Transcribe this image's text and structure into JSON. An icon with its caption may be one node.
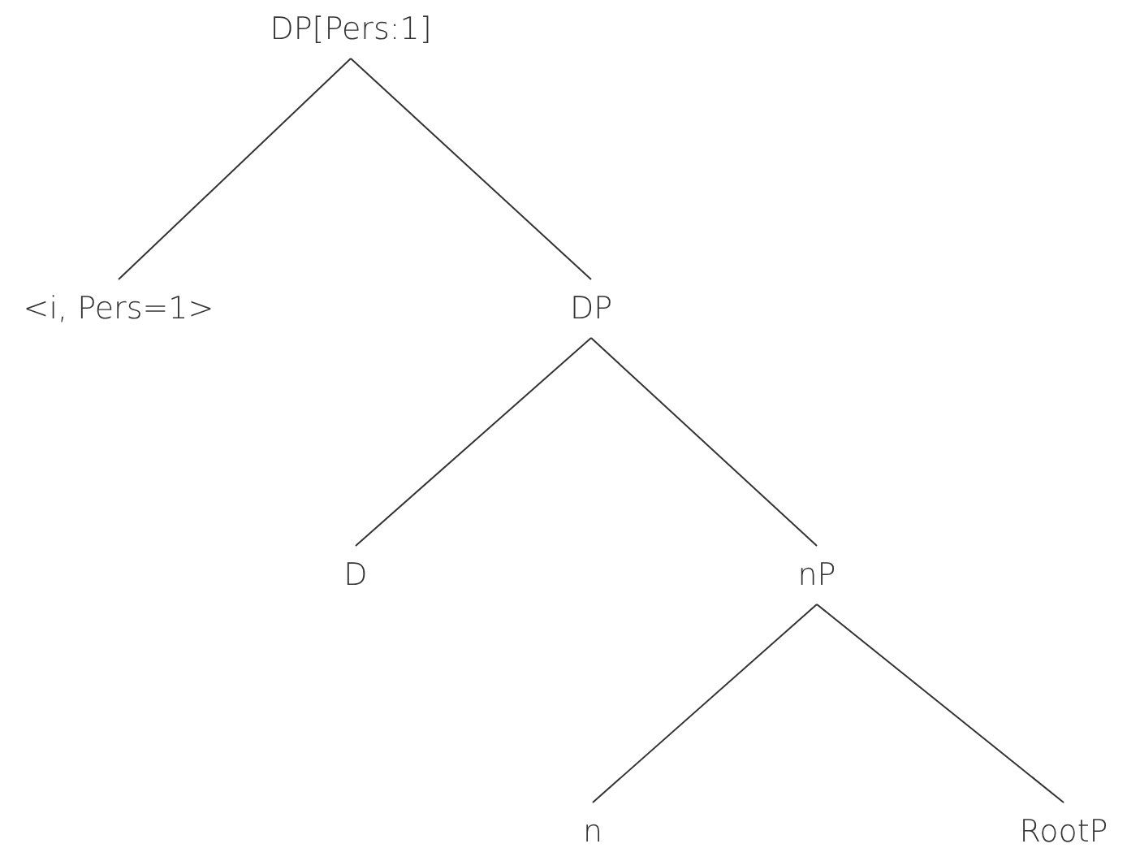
{
  "diagram": {
    "nodes": [
      {
        "text": [
          "DP[Pers:1]"
        ]
      },
      {
        "text": [
          "<i, Pers=1>"
        ]
      },
      {
        "text": [
          "DP"
        ]
      },
      {
        "text": [
          "D"
        ]
      },
      {
        "text": [
          "nP"
        ]
      },
      {
        "text": [
          "n"
        ]
      },
      {
        "text": [
          "RootP"
        ]
      }
    ],
    "edges": [
      {
        "from": 0,
        "to": 1,
        "arrow": "none"
      },
      {
        "from": 0,
        "to": 2,
        "arrow": "none"
      },
      {
        "from": 2,
        "to": 3,
        "arrow": "none"
      },
      {
        "from": 2,
        "to": 4,
        "arrow": "none"
      },
      {
        "from": 4,
        "to": 5,
        "arrow": "none"
      },
      {
        "from": 4,
        "to": 6,
        "arrow": "none"
      }
    ]
  }
}
